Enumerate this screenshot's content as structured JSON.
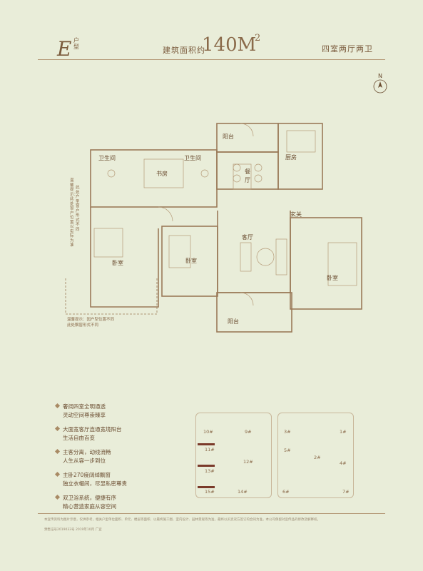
{
  "header": {
    "type_letter": "E",
    "type_suffix": "户型",
    "area_label": "建筑面积约",
    "area_value": "140M",
    "area_unit_sup": "2",
    "layout": "四室两厅两卫"
  },
  "compass": {
    "label": "N"
  },
  "floorplan": {
    "rooms": {
      "bath_left": "卫生间",
      "study": "书房",
      "bath_mid": "卫生间",
      "balcony_top": "阳台",
      "dining": "餐厅",
      "kitchen": "厨房",
      "entrance": "玄关",
      "living": "客厅",
      "bedroom_left": "卧室",
      "bedroom_mid": "卧室",
      "bedroom_right": "卧室",
      "balcony_bottom": "阳台"
    },
    "note_left_a": "温馨提示：此处窗户位置 以实际为准",
    "note_left_b": "此处户型窗户形式不同",
    "note_bottom_a": "温馨提示：因户型位置不同",
    "note_bottom_b": "此处飘窗形式不同"
  },
  "features": [
    {
      "line1": "奢阔四室全明通透",
      "line2": "灵动空间尊崇臻享"
    },
    {
      "line1": "大面宽客厅连通宽境阳台",
      "line2": "生活自由百变"
    },
    {
      "line1": "主客分离，动线流畅",
      "line2": "人生从容一步到位"
    },
    {
      "line1": "主卧270度阔绰飘窗",
      "line2": "独立衣帽间，尽显私密尊贵"
    },
    {
      "line1": "双卫浴系统，便捷有序",
      "line2": "精心营造家庭从容空间"
    }
  ],
  "site_plan": {
    "left": [
      "10#",
      "9#",
      "11#",
      "12#",
      "13#",
      "15#",
      "14#"
    ],
    "right": [
      "3#",
      "1#",
      "5#",
      "2#",
      "4#",
      "6#",
      "7#"
    ]
  },
  "footer": {
    "disclaimer": "本宣传资料为图片示意，仅供参考，相关户型单位面积、单元、楼层等面积、以最终施工图、室内设计、园林景观等为准，最终以买卖双方签订的合同为准，本公司保留对宣传品的修改及解释权。",
    "record": "预售证号2019033号 2019年10月 广宣"
  }
}
